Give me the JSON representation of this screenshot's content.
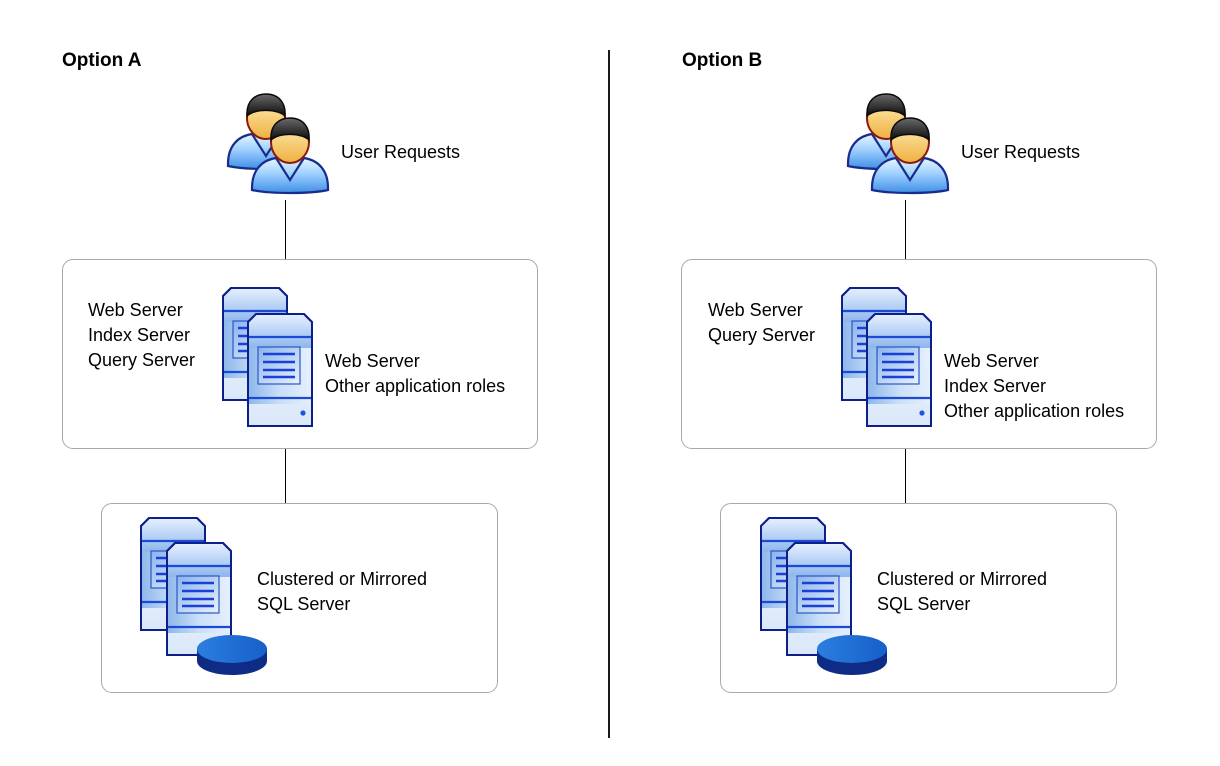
{
  "options": [
    {
      "title": "Option A",
      "users": {
        "icon": "users-icon",
        "label": "User Requests"
      },
      "app_tier": {
        "server_icon": "server-pair-icon",
        "left_roles": [
          "Web Server",
          "Index Server",
          "Query Server"
        ],
        "right_roles": [
          "Web Server",
          "Other application roles"
        ]
      },
      "db_tier": {
        "server_icon": "database-server-pair-icon",
        "label_lines": [
          "Clustered or Mirrored",
          "SQL Server"
        ]
      }
    },
    {
      "title": "Option B",
      "users": {
        "icon": "users-icon",
        "label": "User Requests"
      },
      "app_tier": {
        "server_icon": "server-pair-icon",
        "left_roles": [
          "Web Server",
          "Query Server"
        ],
        "right_roles": [
          "Web Server",
          "Index Server",
          "Other application roles"
        ]
      },
      "db_tier": {
        "server_icon": "database-server-pair-icon",
        "label_lines": [
          "Clustered or Mirrored",
          "SQL Server"
        ]
      }
    }
  ],
  "colors": {
    "server_blue": "#1a3fd0",
    "server_fill_light": "#d9e8fb",
    "server_fill_mid": "#8fb6ec",
    "person_shirt": "#5aa0e8",
    "person_face": "#f5c15a",
    "person_hair": "#1b1b1b",
    "disk_top": "#1f6fd6",
    "disk_side": "#0e2c86",
    "box_border": "#a9a9a9"
  }
}
